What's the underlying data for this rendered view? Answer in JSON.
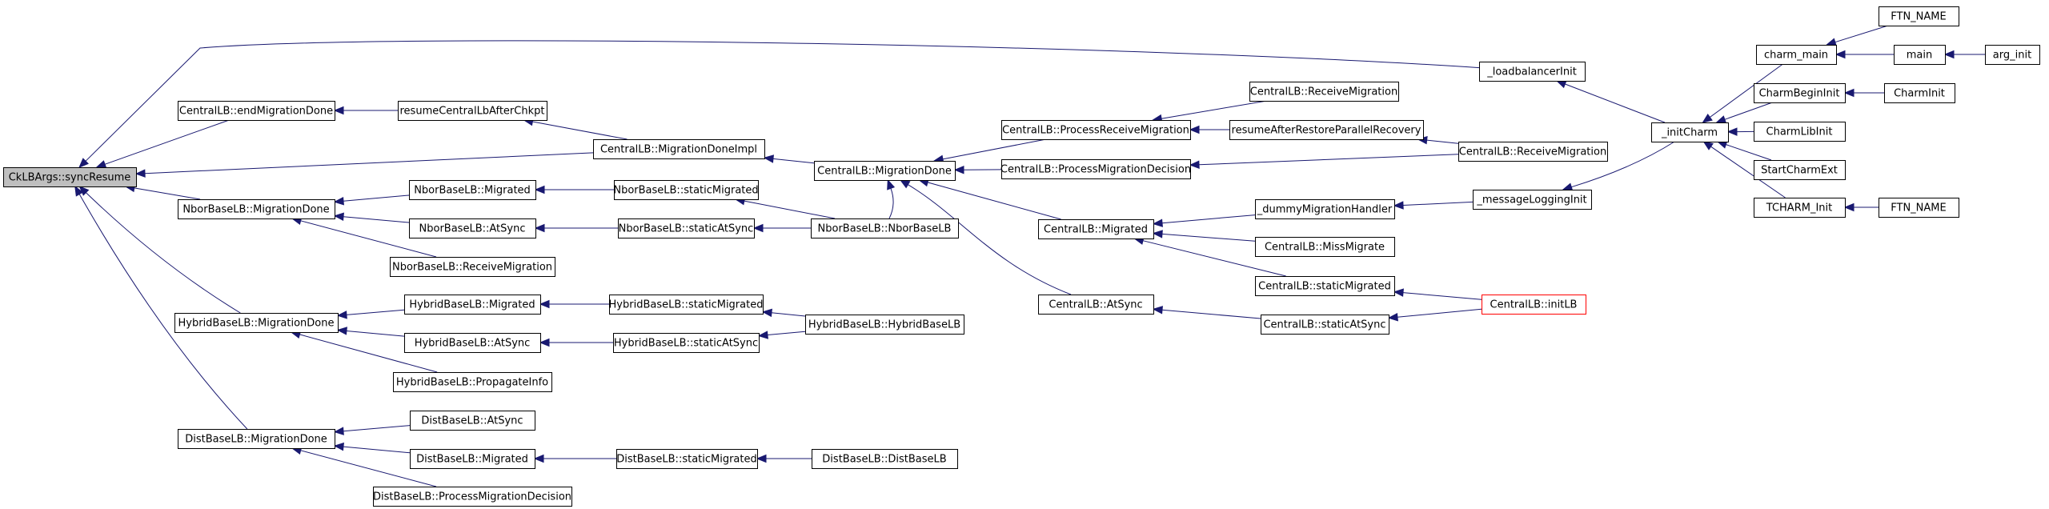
{
  "graph": {
    "edge_color": "#191970",
    "nodes": [
      {
        "id": "root",
        "label": "CkLBArgs::syncResume",
        "style": "root"
      },
      {
        "id": "clb_emd",
        "label": "CentralLB::endMigrationDone"
      },
      {
        "id": "resume_chk",
        "label": "resumeCentralLbAfterChkpt"
      },
      {
        "id": "clb_mdi",
        "label": "CentralLB::MigrationDoneImpl"
      },
      {
        "id": "clb_md",
        "label": "CentralLB::MigrationDone"
      },
      {
        "id": "clb_prm",
        "label": "CentralLB::ProcessReceiveMigration"
      },
      {
        "id": "clb_rm1",
        "label": "CentralLB::ReceiveMigration"
      },
      {
        "id": "resume_prr",
        "label": "resumeAfterRestoreParallelRecovery"
      },
      {
        "id": "clb_rm2",
        "label": "CentralLB::ReceiveMigration"
      },
      {
        "id": "clb_pmd",
        "label": "CentralLB::ProcessMigrationDecision"
      },
      {
        "id": "lbinit",
        "label": "_loadbalancerInit"
      },
      {
        "id": "initcharm",
        "label": "_initCharm"
      },
      {
        "id": "charm_main",
        "label": "charm_main"
      },
      {
        "id": "ftn1",
        "label": "FTN_NAME"
      },
      {
        "id": "main",
        "label": "main"
      },
      {
        "id": "arg_init",
        "label": "arg_init"
      },
      {
        "id": "cbi",
        "label": "CharmBeginInit"
      },
      {
        "id": "charminit",
        "label": "CharmInit"
      },
      {
        "id": "clibinit",
        "label": "CharmLibInit"
      },
      {
        "id": "sce",
        "label": "StartCharmExt"
      },
      {
        "id": "tcharm",
        "label": "TCHARM_Init"
      },
      {
        "id": "ftn2",
        "label": "FTN_NAME"
      },
      {
        "id": "nbor_md",
        "label": "NborBaseLB::MigrationDone"
      },
      {
        "id": "nbor_mig",
        "label": "NborBaseLB::Migrated"
      },
      {
        "id": "nbor_smig",
        "label": "NborBaseLB::staticMigrated"
      },
      {
        "id": "nbor_as",
        "label": "NborBaseLB::AtSync"
      },
      {
        "id": "nbor_sas",
        "label": "NborBaseLB::staticAtSync"
      },
      {
        "id": "nbor_nb",
        "label": "NborBaseLB::NborBaseLB"
      },
      {
        "id": "nbor_rm",
        "label": "NborBaseLB::ReceiveMigration"
      },
      {
        "id": "clb_mig",
        "label": "CentralLB::Migrated"
      },
      {
        "id": "dummy",
        "label": "_dummyMigrationHandler"
      },
      {
        "id": "msglog",
        "label": "_messageLoggingInit"
      },
      {
        "id": "missmig",
        "label": "CentralLB::MissMigrate"
      },
      {
        "id": "clb_smig",
        "label": "CentralLB::staticMigrated"
      },
      {
        "id": "initlb",
        "label": "CentralLB::initLB",
        "style": "red"
      },
      {
        "id": "clb_as",
        "label": "CentralLB::AtSync"
      },
      {
        "id": "clb_sas",
        "label": "CentralLB::staticAtSync"
      },
      {
        "id": "hyb_md",
        "label": "HybridBaseLB::MigrationDone"
      },
      {
        "id": "hyb_mig",
        "label": "HybridBaseLB::Migrated"
      },
      {
        "id": "hyb_smig",
        "label": "HybridBaseLB::staticMigrated"
      },
      {
        "id": "hyb_hb",
        "label": "HybridBaseLB::HybridBaseLB"
      },
      {
        "id": "hyb_as",
        "label": "HybridBaseLB::AtSync"
      },
      {
        "id": "hyb_sas",
        "label": "HybridBaseLB::staticAtSync"
      },
      {
        "id": "hyb_pi",
        "label": "HybridBaseLB::PropagateInfo"
      },
      {
        "id": "dist_md",
        "label": "DistBaseLB::MigrationDone"
      },
      {
        "id": "dist_as",
        "label": "DistBaseLB::AtSync"
      },
      {
        "id": "dist_mig",
        "label": "DistBaseLB::Migrated"
      },
      {
        "id": "dist_smig",
        "label": "DistBaseLB::staticMigrated"
      },
      {
        "id": "dist_db",
        "label": "DistBaseLB::DistBaseLB"
      },
      {
        "id": "dist_pmd",
        "label": "DistBaseLB::ProcessMigrationDecision"
      }
    ],
    "edges": [
      {
        "from": "clb_emd",
        "to": "root"
      },
      {
        "from": "clb_mdi",
        "to": "root"
      },
      {
        "from": "lbinit",
        "to": "root"
      },
      {
        "from": "nbor_md",
        "to": "root"
      },
      {
        "from": "hyb_md",
        "to": "root"
      },
      {
        "from": "dist_md",
        "to": "root"
      },
      {
        "from": "resume_chk",
        "to": "clb_emd"
      },
      {
        "from": "clb_mdi",
        "to": "resume_chk"
      },
      {
        "from": "clb_md",
        "to": "clb_mdi"
      },
      {
        "from": "clb_prm",
        "to": "clb_md"
      },
      {
        "from": "clb_pmd",
        "to": "clb_md"
      },
      {
        "from": "clb_mig",
        "to": "clb_md"
      },
      {
        "from": "clb_as",
        "to": "clb_md"
      },
      {
        "from": "nbor_nb",
        "to": "clb_md"
      },
      {
        "from": "clb_rm1",
        "to": "clb_prm"
      },
      {
        "from": "resume_prr",
        "to": "clb_prm"
      },
      {
        "from": "clb_rm2",
        "to": "resume_prr"
      },
      {
        "from": "clb_rm2",
        "to": "clb_pmd"
      },
      {
        "from": "initcharm",
        "to": "lbinit"
      },
      {
        "from": "charm_main",
        "to": "initcharm"
      },
      {
        "from": "cbi",
        "to": "initcharm"
      },
      {
        "from": "clibinit",
        "to": "initcharm"
      },
      {
        "from": "sce",
        "to": "initcharm"
      },
      {
        "from": "tcharm",
        "to": "initcharm"
      },
      {
        "from": "ftn1",
        "to": "charm_main"
      },
      {
        "from": "main",
        "to": "charm_main"
      },
      {
        "from": "arg_init",
        "to": "main"
      },
      {
        "from": "charminit",
        "to": "cbi"
      },
      {
        "from": "ftn2",
        "to": "tcharm"
      },
      {
        "from": "nbor_mig",
        "to": "nbor_md"
      },
      {
        "from": "nbor_as",
        "to": "nbor_md"
      },
      {
        "from": "nbor_rm",
        "to": "nbor_md"
      },
      {
        "from": "nbor_smig",
        "to": "nbor_mig"
      },
      {
        "from": "nbor_sas",
        "to": "nbor_as"
      },
      {
        "from": "nbor_nb",
        "to": "nbor_smig"
      },
      {
        "from": "nbor_nb",
        "to": "nbor_sas"
      },
      {
        "from": "dummy",
        "to": "clb_mig"
      },
      {
        "from": "missmig",
        "to": "clb_mig"
      },
      {
        "from": "clb_smig",
        "to": "clb_mig"
      },
      {
        "from": "msglog",
        "to": "dummy"
      },
      {
        "from": "initcharm",
        "to": "msglog"
      },
      {
        "from": "initlb",
        "to": "clb_smig"
      },
      {
        "from": "clb_sas",
        "to": "clb_as"
      },
      {
        "from": "initlb",
        "to": "clb_sas"
      },
      {
        "from": "hyb_mig",
        "to": "hyb_md"
      },
      {
        "from": "hyb_as",
        "to": "hyb_md"
      },
      {
        "from": "hyb_pi",
        "to": "hyb_md"
      },
      {
        "from": "hyb_smig",
        "to": "hyb_mig"
      },
      {
        "from": "hyb_sas",
        "to": "hyb_as"
      },
      {
        "from": "hyb_hb",
        "to": "hyb_smig"
      },
      {
        "from": "hyb_hb",
        "to": "hyb_sas"
      },
      {
        "from": "dist_as",
        "to": "dist_md"
      },
      {
        "from": "dist_mig",
        "to": "dist_md"
      },
      {
        "from": "dist_pmd",
        "to": "dist_md"
      },
      {
        "from": "dist_smig",
        "to": "dist_mig"
      },
      {
        "from": "dist_db",
        "to": "dist_smig"
      }
    ]
  }
}
